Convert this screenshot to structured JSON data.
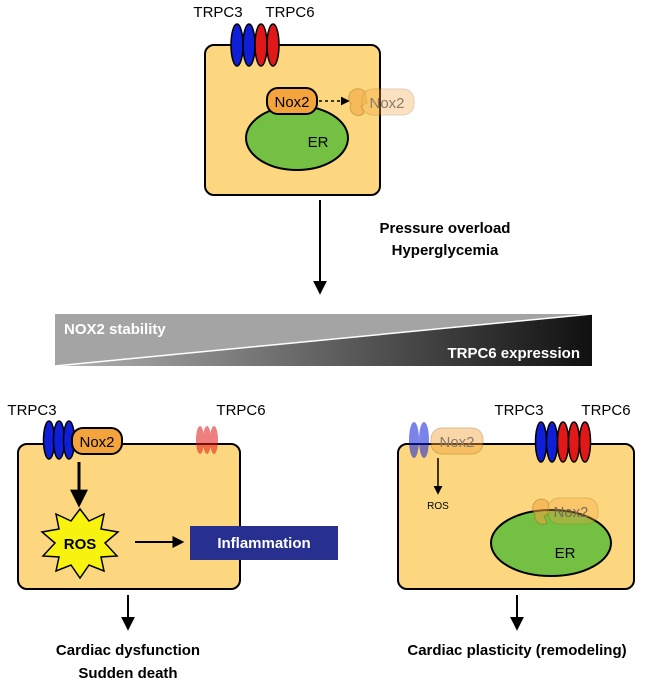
{
  "top_cell": {
    "channel_labels": [
      "TRPC3",
      "TRPC6"
    ],
    "nox2_label": "Nox2",
    "nox2_degraded_label": "Nox2",
    "er_label": "ER"
  },
  "stimulus": {
    "line1": "Pressure overload",
    "line2": "Hyperglycemia"
  },
  "gradient_bar": {
    "left_label": "NOX2 stability",
    "right_label": "TRPC6 expression"
  },
  "left_cell": {
    "trpc3_label": "TRPC3",
    "trpc6_label": "TRPC6",
    "nox2_label": "Nox2",
    "ros_label": "ROS",
    "inflammation_label": "Inflammation",
    "outcome_line1": "Cardiac dysfunction",
    "outcome_line2": "Sudden death"
  },
  "right_cell": {
    "trpc3_label": "TRPC3",
    "trpc6_label": "TRPC6",
    "nox2_label": "Nox2",
    "ros_label": "ROS",
    "nox2_er_label": "Nox2",
    "er_label": "ER",
    "outcome": "Cardiac plasticity (remodeling)"
  },
  "colors": {
    "cell_fill": "#fcd77f",
    "trpc3": "#0f1fd8",
    "trpc6": "#e01818",
    "nox2": "#f3a43d",
    "er": "#74c043",
    "ros": "#f8f20f",
    "inflammation": "#27308f"
  }
}
